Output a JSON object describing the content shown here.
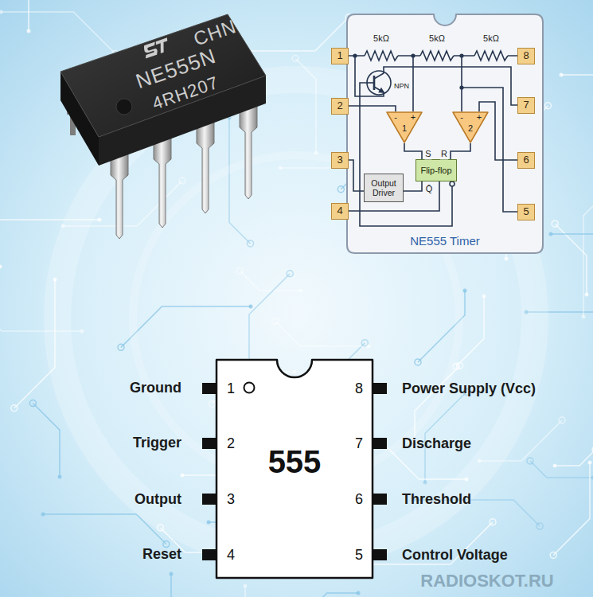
{
  "diagram": {
    "nodes": [
      {
        "text": [
          "NE555 Timer"
        ]
      },
      {
        "text": [
          "1"
        ],
        "in": 0
      },
      {
        "text": [
          "8"
        ],
        "in": 0
      },
      {
        "text": [
          "2"
        ],
        "in": 0
      },
      {
        "text": [
          "-",
          "+",
          "1"
        ],
        "in": 0
      },
      {
        "text": [
          "-",
          "+",
          "2"
        ],
        "in": 0
      },
      {
        "text": [
          "7"
        ],
        "in": 0
      },
      {
        "text": [
          "Flip-flop"
        ],
        "in": 0
      },
      {
        "text": [
          "3"
        ],
        "in": 0
      },
      {
        "text": [
          "6"
        ],
        "in": 0
      },
      {
        "text": [
          "Output Driver"
        ],
        "in": 0
      },
      {
        "text": [
          "4"
        ],
        "in": 0
      },
      {
        "text": [
          "5"
        ],
        "in": 0
      },
      {
        "text": [
          "555"
        ]
      }
    ],
    "edges": [
      {
        "from": 3,
        "to": 4,
        "arrow": "none"
      },
      {
        "from": 4,
        "to": 7,
        "label": "S",
        "arrow": "none"
      },
      {
        "from": 5,
        "to": 7,
        "label": "R",
        "arrow": "none"
      },
      {
        "from": 9,
        "to": 5,
        "arrow": "none"
      },
      {
        "from": 7,
        "to": 10,
        "label": "Q̄",
        "arrow": "none"
      },
      {
        "from": 10,
        "to": 8,
        "arrow": "none"
      },
      {
        "from": 11,
        "to": 7,
        "arrow": "none"
      }
    ],
    "labels": [
      "CHN",
      "NE555N",
      "4RH207",
      "5kΩ",
      "5kΩ",
      "5kΩ",
      "NPN",
      "Ground",
      "1",
      "8",
      "Power Supply (Vcc)",
      "Trigger",
      "2",
      "7",
      "Discharge",
      "Output",
      "3",
      "6",
      "Threshold",
      "Reset",
      "4",
      "5",
      "Control Voltage",
      "RADIOSKOT.RU"
    ]
  }
}
